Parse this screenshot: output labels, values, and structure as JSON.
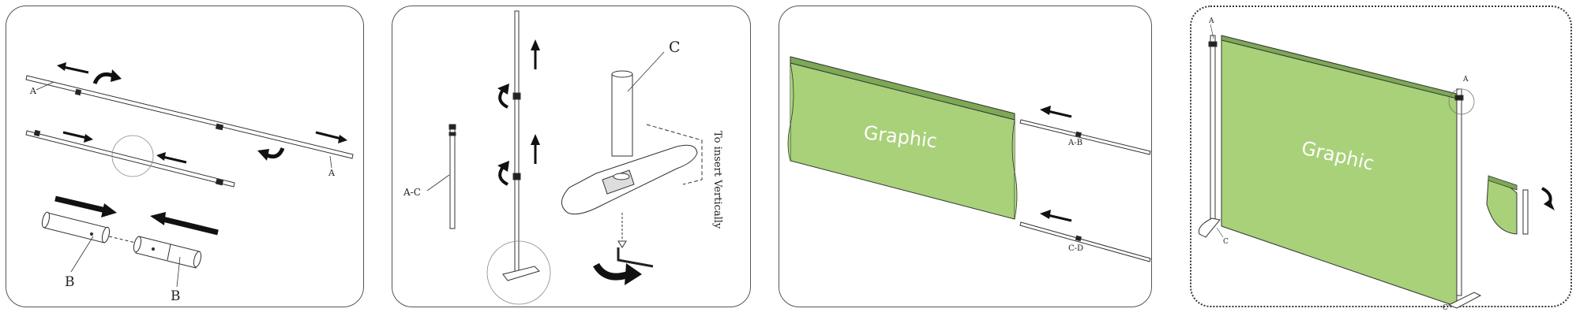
{
  "panels": [
    {
      "id": "step-1",
      "labels": {
        "a_left": "A",
        "a_right": "A",
        "b_left": "B",
        "b_right": "B"
      }
    },
    {
      "id": "step-2",
      "labels": {
        "ac": "A-C",
        "c": "C",
        "vertical_note": "To insert Vertically"
      }
    },
    {
      "id": "step-3",
      "labels": {
        "graphic": "Graphic",
        "ab": "A-B",
        "cd": "C-D"
      }
    },
    {
      "id": "step-4",
      "labels": {
        "graphic": "Graphic",
        "a_top_left": "A",
        "a_top_right": "A",
        "c_left": "C",
        "c_right": "C"
      }
    }
  ],
  "colors": {
    "graphic_fill": "#a8d179",
    "line": "#333333",
    "border": "#555555"
  }
}
